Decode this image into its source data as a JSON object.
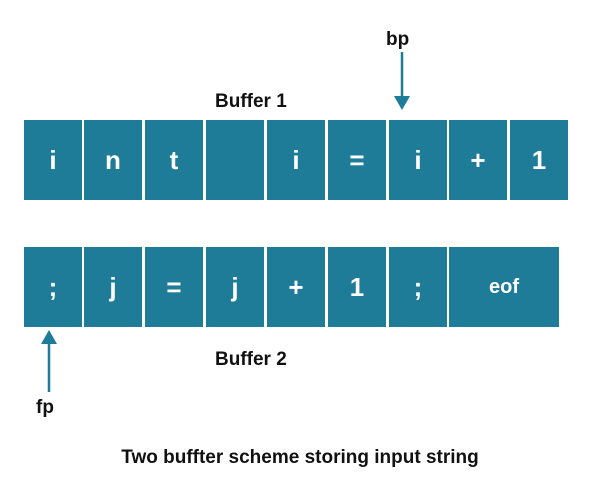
{
  "colors": {
    "cell_fill": "#1f7c99",
    "cell_text": "#ffffff",
    "arrow": "#1f7c99",
    "text": "#111111"
  },
  "buffer1": {
    "label": "Buffer 1",
    "cells": [
      "i",
      "n",
      "t",
      "",
      "i",
      "=",
      "i",
      "+",
      "1"
    ]
  },
  "buffer2": {
    "label": "Buffer 2",
    "cells": [
      ";",
      "j",
      "=",
      "j",
      "+",
      "1",
      ";",
      "eof"
    ]
  },
  "pointers": {
    "bp": {
      "label": "bp",
      "buffer": 1,
      "cell_index": 6
    },
    "fp": {
      "label": "fp",
      "buffer": 2,
      "cell_index": 0
    }
  },
  "caption": "Two buffter scheme storing input string"
}
